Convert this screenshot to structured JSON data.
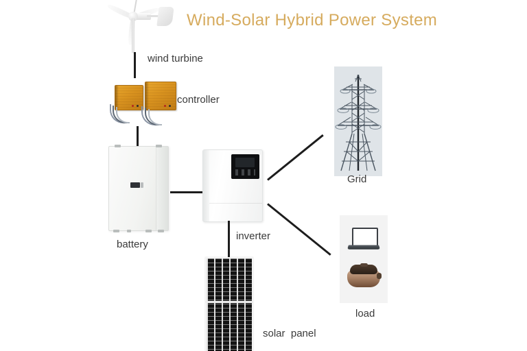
{
  "title": "Wind-Solar Hybrid Power System",
  "colors": {
    "title": "#d6ab5e",
    "label": "#3a3a3a",
    "wire": "#1d1d1d",
    "controller": "#d8921f",
    "grid_box_bg": "#dfe4e8",
    "load_box_bg": "#f3f3f3",
    "panel_cells": "#141414",
    "background": "#ffffff"
  },
  "labels": {
    "wind_turbine": "wind turbine",
    "controller": "controller",
    "battery": "battery",
    "inverter": "inverter",
    "solar_panel": "solar  panel",
    "grid": "Grid",
    "load": "load"
  },
  "components": [
    {
      "name": "wind-turbine",
      "label": "wind turbine"
    },
    {
      "name": "controller",
      "label": "controller"
    },
    {
      "name": "battery",
      "label": "battery"
    },
    {
      "name": "inverter",
      "label": "inverter"
    },
    {
      "name": "solar-panel",
      "label": "solar  panel"
    },
    {
      "name": "grid",
      "label": "Grid"
    },
    {
      "name": "load",
      "label": "load"
    }
  ],
  "connections": [
    {
      "from": "wind-turbine",
      "to": "controller",
      "style": "vertical"
    },
    {
      "from": "controller",
      "to": "battery",
      "style": "vertical"
    },
    {
      "from": "battery",
      "to": "inverter",
      "style": "horizontal"
    },
    {
      "from": "inverter",
      "to": "solar-panel",
      "style": "vertical"
    },
    {
      "from": "inverter",
      "to": "grid",
      "style": "diagonal-up"
    },
    {
      "from": "inverter",
      "to": "load",
      "style": "diagonal-down"
    }
  ],
  "load_items": [
    {
      "name": "laptop-icon"
    },
    {
      "name": "rice-cooker-icon"
    }
  ]
}
